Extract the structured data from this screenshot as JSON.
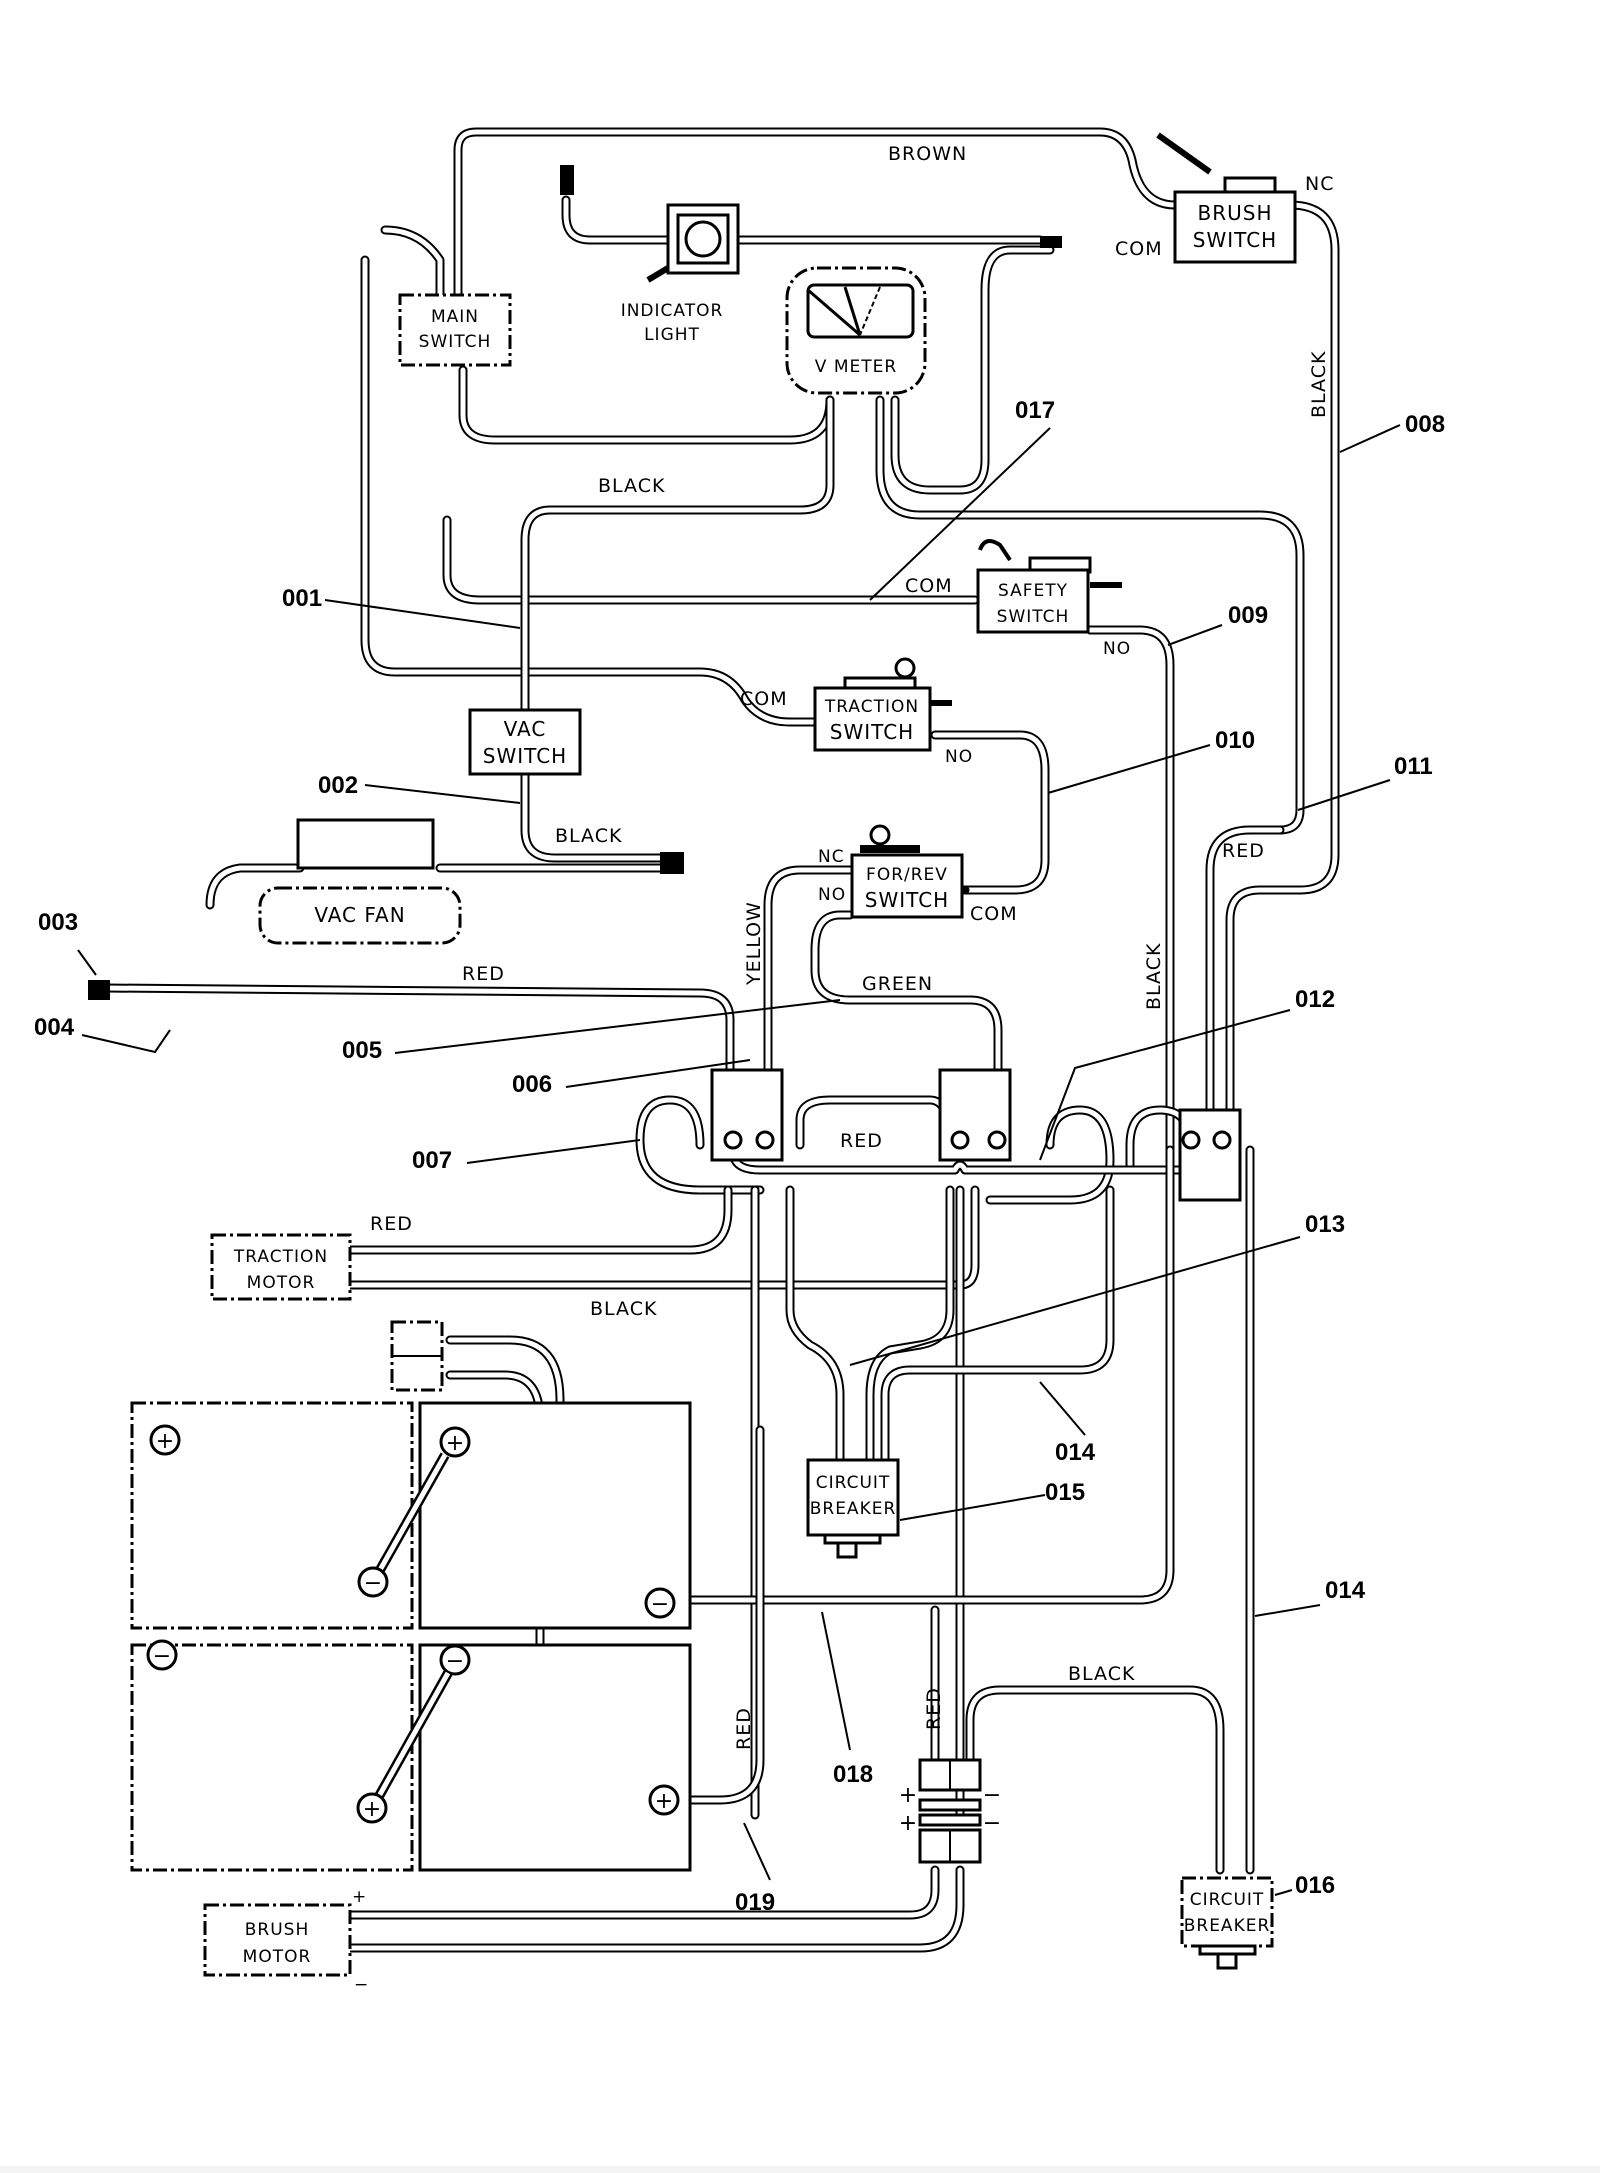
{
  "diagram": {
    "title": "Wiring Diagram",
    "components": {
      "main_switch": [
        "MAIN",
        "SWITCH"
      ],
      "indicator_light": [
        "INDICATOR",
        "LIGHT"
      ],
      "vmeter": "V METER",
      "brush_switch": [
        "BRUSH",
        "SWITCH"
      ],
      "safety_switch": [
        "SAFETY",
        "SWITCH"
      ],
      "traction_switch": [
        "TRACTION",
        "SWITCH"
      ],
      "vac_switch": [
        "VAC",
        "SWITCH"
      ],
      "vac_fan": "VAC FAN",
      "for_rev_switch": [
        "FOR/REV",
        "SWITCH"
      ],
      "traction_motor": [
        "TRACTION",
        "MOTOR"
      ],
      "circuit_breaker_015": [
        "CIRCUIT",
        "BREAKER"
      ],
      "circuit_breaker_016": [
        "CIRCUIT",
        "BREAKER"
      ],
      "brush_motor": [
        "BRUSH",
        "MOTOR"
      ]
    },
    "terminal_labels": {
      "brush_nc": "NC",
      "brush_com": "COM",
      "safety_com": "COM",
      "safety_no": "NO",
      "traction_com": "COM",
      "traction_no": "NO",
      "forrev_nc": "NC",
      "forrev_no": "NO",
      "forrev_com": "COM",
      "plus": "+",
      "minus": "−"
    },
    "wire_colors": {
      "brown": "BROWN",
      "black_top": "BLACK",
      "black_right": "BLACK",
      "black_vac": "BLACK",
      "red_left": "RED",
      "yellow": "YELLOW",
      "green": "GREEN",
      "black_mid": "BLACK",
      "red_right": "RED",
      "red_harness": "RED",
      "red_traction": "RED",
      "black_traction": "BLACK",
      "red_battery": "RED",
      "red_connector": "RED",
      "black_breaker": "BLACK"
    },
    "callouts": [
      "001",
      "002",
      "003",
      "004",
      "005",
      "006",
      "007",
      "008",
      "009",
      "010",
      "011",
      "012",
      "013",
      "014",
      "014",
      "015",
      "016",
      "017",
      "018",
      "019"
    ]
  }
}
